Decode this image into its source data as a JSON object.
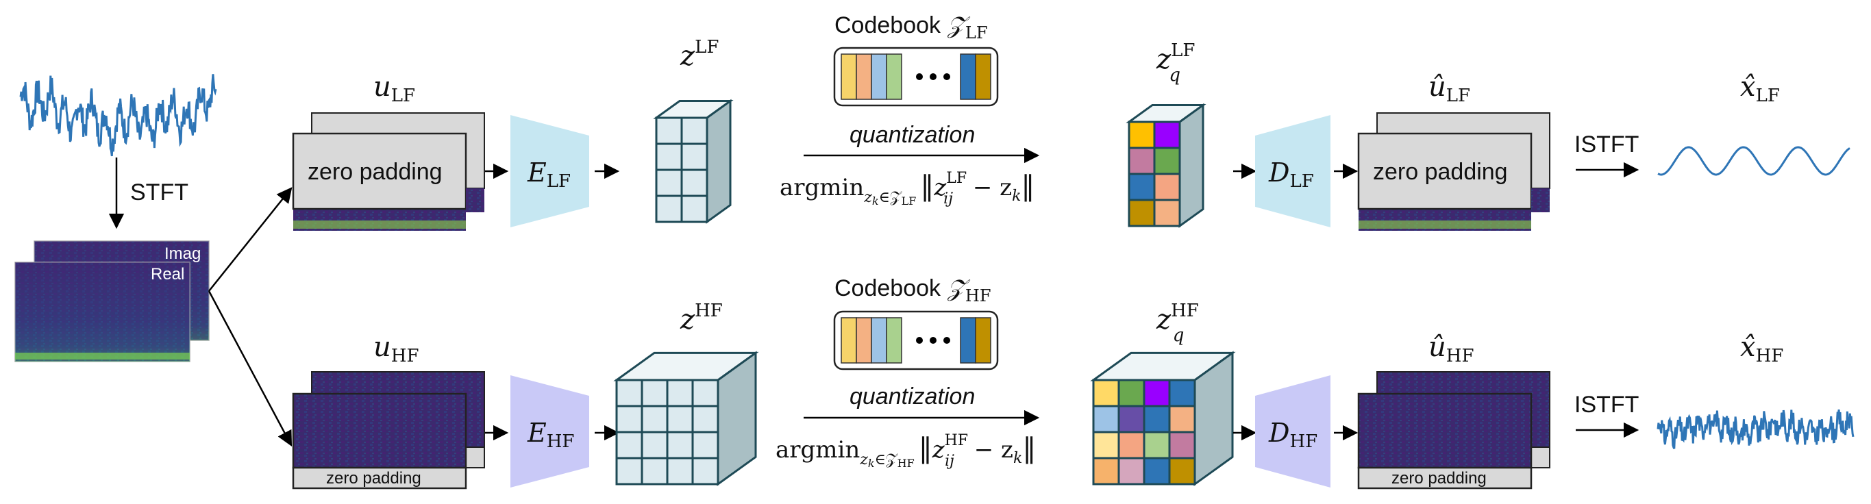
{
  "input": {
    "stft_label": "STFT",
    "imag_label": "Imag",
    "real_label": "Real"
  },
  "lf": {
    "u": "u",
    "u_sub": "LF",
    "zero_padding": "zero padding",
    "encoder": "E",
    "encoder_sub": "LF",
    "z": "z",
    "z_sup": "LF",
    "codebook": "Codebook",
    "codebook_symbol": "𝒵",
    "codebook_sub": "LF",
    "quantization": "quantization",
    "argmin": "argmin",
    "argmin_sub_z": "z",
    "argmin_sub_k": "k",
    "argmin_sub_in": "∈𝒵",
    "argmin_sub_set": "LF",
    "norm_z": "z",
    "norm_sup": "LF",
    "norm_ij": "ij",
    "norm_minus": " − z",
    "norm_k": "k",
    "zq": "z",
    "zq_sub": "q",
    "zq_sup": "LF",
    "decoder": "D",
    "decoder_sub": "LF",
    "uhat": "û",
    "uhat_sub": "LF",
    "istft": "ISTFT",
    "xhat": "x̂",
    "xhat_sub": "LF"
  },
  "hf": {
    "u": "u",
    "u_sub": "HF",
    "zero_padding": "zero padding",
    "encoder": "E",
    "encoder_sub": "HF",
    "z": "z",
    "z_sup": "HF",
    "codebook": "Codebook",
    "codebook_symbol": "𝒵",
    "codebook_sub": "HF",
    "quantization": "quantization",
    "argmin": "argmin",
    "argmin_sub_z": "z",
    "argmin_sub_k": "k",
    "argmin_sub_in": "∈𝒵",
    "argmin_sub_set": "HF",
    "norm_z": "z",
    "norm_sup": "HF",
    "norm_ij": "ij",
    "norm_minus": " − z",
    "norm_k": "k",
    "zq": "z",
    "zq_sub": "q",
    "zq_sup": "HF",
    "decoder": "D",
    "decoder_sub": "HF",
    "uhat": "û",
    "uhat_sub": "HF",
    "istft": "ISTFT",
    "xhat": "x̂",
    "xhat_sub": "HF"
  },
  "colors": {
    "signal": "#2e75b6",
    "encoder_lf": "#c6e7f2",
    "encoder_hf": "#c9c9f7",
    "cube_face": "#dceaef",
    "cube_side": "#a9bfc4",
    "cube_top": "#eef5f7",
    "cube_line": "#1e4a56",
    "spectrogram": "#3b1f6b",
    "padding_box": "#d9d9d9",
    "codebook_cells": [
      "#f6d36a",
      "#f4b183",
      "#9dc3e6",
      "#a9d18e",
      "#2e75b6",
      "#bf9000"
    ],
    "quant_cells_lf": [
      "#ffc000",
      "#9900ff",
      "#c27ba0",
      "#6aa84f",
      "#2e75b6",
      "#f4a582",
      "#bf9000",
      "#f4b183"
    ],
    "quant_cells_hf": [
      "#ffd966",
      "#6aa84f",
      "#9900ff",
      "#2e75b6",
      "#9dc3e6",
      "#674ea7",
      "#2e75b6",
      "#f4b183",
      "#ffe599",
      "#f4a582",
      "#a9d18e",
      "#c27ba0",
      "#f6b26b",
      "#d5a6bd",
      "#2e75b6",
      "#bf9000"
    ]
  }
}
